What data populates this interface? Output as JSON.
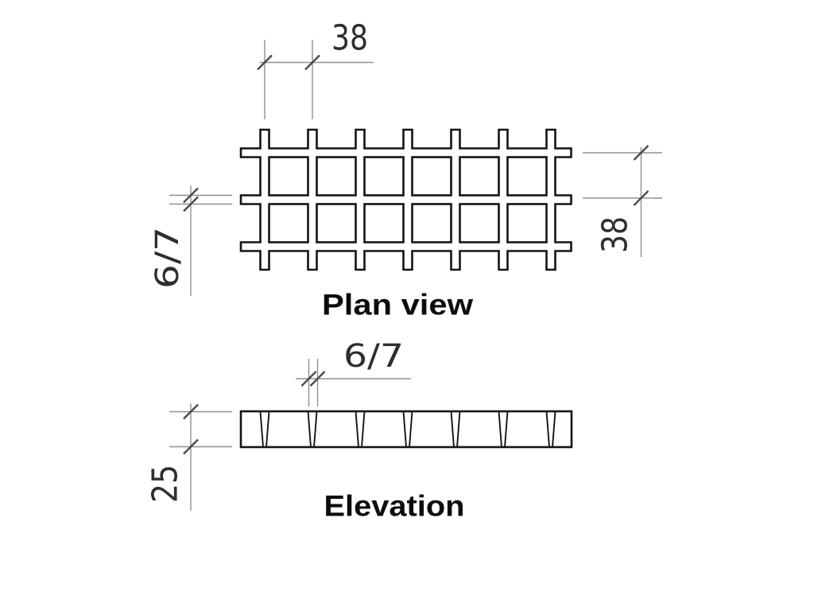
{
  "labels": {
    "plan": "Plan view",
    "elevation": "Elevation"
  },
  "dimensions": {
    "plan_pitch_top": "38",
    "plan_bar_thickness": "6/7",
    "plan_pitch_right": "38",
    "elevation_bar_thickness": "6/7",
    "elevation_depth": "25"
  },
  "figure": {
    "type": "technical-drawing",
    "subject": "grating mesh drawing with plan view and elevation",
    "plan": {
      "vertical_bars": 7,
      "horizontal_bars": 3,
      "mesh_columns": 6,
      "mesh_rows": 2
    },
    "elevation": {
      "slots": 7
    }
  },
  "colors": {
    "background": "#ffffff",
    "drawing_line": "#141414",
    "dimension_line": "#909090",
    "tick_mark": "#474747",
    "dimension_text": "#2e2e2e",
    "label_text": "#0d0d0d"
  }
}
